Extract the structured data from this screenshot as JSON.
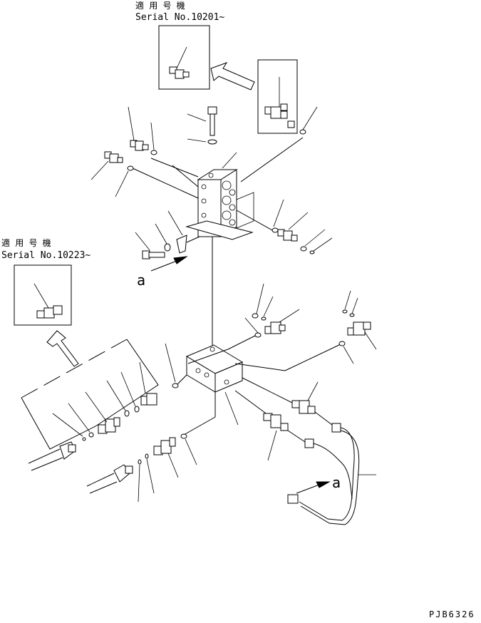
{
  "labels": {
    "applicable_serial_top_jp": "適 用 号 機",
    "applicable_serial_top": "Serial No.10201~",
    "applicable_serial_left_jp": "適 用 号 機",
    "applicable_serial_left": "Serial No.10223~",
    "view_a_upper": "a",
    "view_a_lower": "a",
    "drawing_code": "PJB6326"
  }
}
